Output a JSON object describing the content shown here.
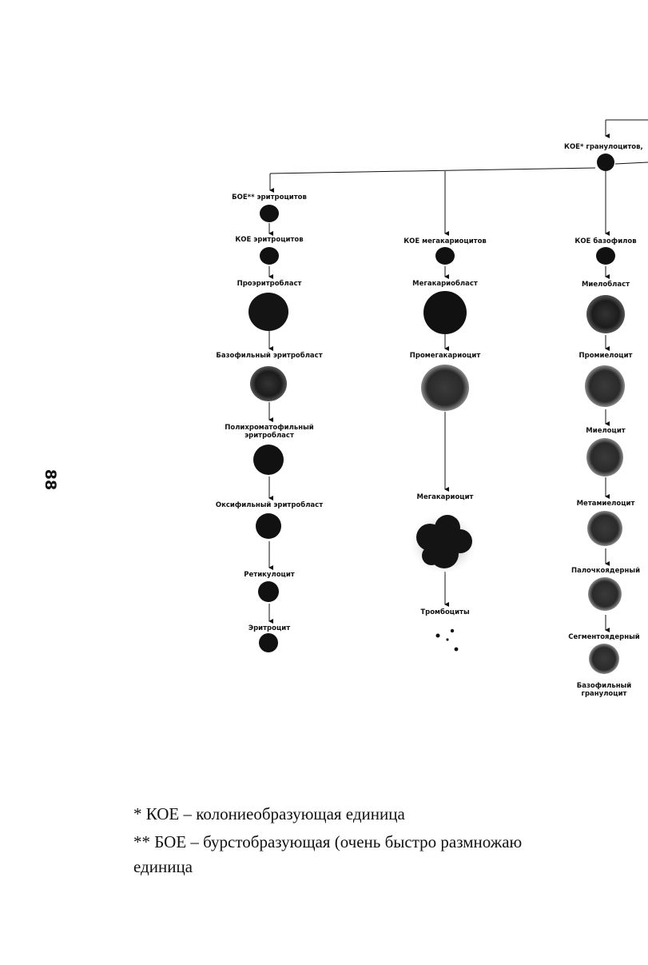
{
  "page_number": "88",
  "top_node": {
    "label": "КОЕ* гранулоцитов,"
  },
  "columns": [
    {
      "id": "ery",
      "items": [
        {
          "label": "БОЕ** эритроцитов"
        },
        {
          "label": "КОЕ эритроцитов"
        },
        {
          "label": "Проэритробласт"
        },
        {
          "label": "Базофильный эритробласт"
        },
        {
          "label": "Полихроматофильный эритробласт"
        },
        {
          "label": "Оксифильный эритробласт"
        },
        {
          "label": "Ретикулоцит"
        },
        {
          "label": "Эритроцит"
        }
      ]
    },
    {
      "id": "mega",
      "items": [
        {
          "label": "КОЕ мегакариоцитов"
        },
        {
          "label": "Мегакариобласт"
        },
        {
          "label": "Промегакариоцит"
        },
        {
          "label": "Мегакариоцит"
        },
        {
          "label": "Тромбоциты"
        }
      ]
    },
    {
      "id": "baso",
      "items": [
        {
          "label": "КОЕ базофилов"
        },
        {
          "label": "Миелобласт"
        },
        {
          "label": "Промиелоцит"
        },
        {
          "label": "Миелоцит"
        },
        {
          "label": "Метамиелоцит"
        },
        {
          "label": "Палочкоядерный"
        },
        {
          "label": "Сегментоядерный"
        },
        {
          "label": "Базофильный гранулоцит"
        }
      ]
    }
  ],
  "footnotes": [
    "* КОЕ – колониеобразующая единица",
    "** БОЕ – бурстобразующая (очень быстро размножаю",
    "единица"
  ]
}
